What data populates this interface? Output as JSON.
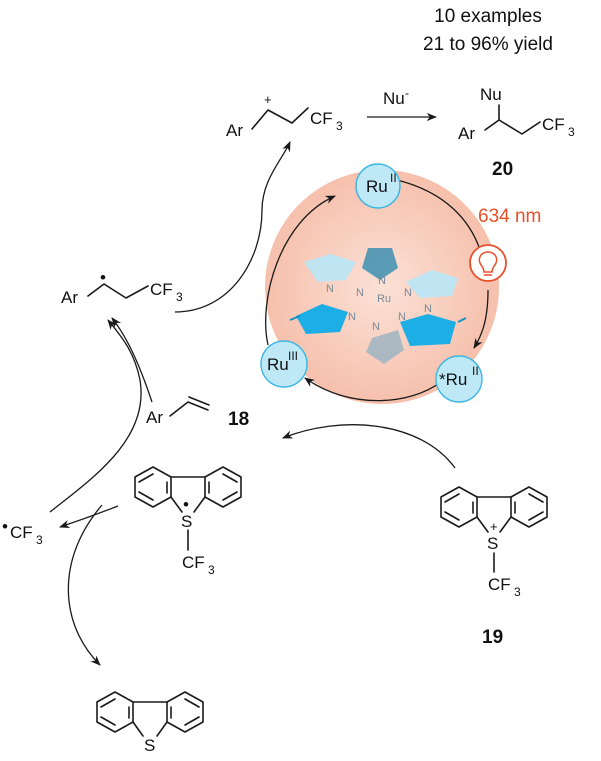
{
  "header": {
    "line1": "10 examples",
    "line2": "21 to 96% yield"
  },
  "light": {
    "label": "634 nm",
    "color": "#e8502a"
  },
  "catalyst": {
    "ru2": "Ru",
    "ru2_ox": "II",
    "excited_prefix": "*Ru",
    "excited_ox": "II",
    "ru3": "Ru",
    "ru3_ox": "III",
    "center_metal": "Ru",
    "ligand_n": "N",
    "badge_fill": "#bfe8f7",
    "badge_stroke": "#3ab6e3",
    "halo_color": "#f9c7b5"
  },
  "species": {
    "cation": {
      "ar": "Ar",
      "plus": "+",
      "cf3": "CF",
      "cf3_sub": "3"
    },
    "nucleophile": {
      "label": "Nu",
      "charge": "-"
    },
    "product": {
      "nu": "Nu",
      "ar": "Ar",
      "cf3": "CF",
      "cf3_sub": "3",
      "number": "20"
    },
    "radical": {
      "ar": "Ar",
      "dot": "•",
      "cf3": "CF",
      "cf3_sub": "3"
    },
    "alkene": {
      "ar": "Ar",
      "number": "18"
    },
    "cf3_radical": {
      "dot": "•",
      "cf3": "CF",
      "cf3_sub": "3"
    },
    "sulfonium_radical": {
      "s": "S",
      "dot": "•",
      "cf3": "CF",
      "cf3_sub": "3"
    },
    "reagent": {
      "s": "S",
      "plus": "+",
      "cf3": "CF",
      "cf3_sub": "3",
      "number": "19"
    },
    "dibenzothiophene": {
      "s": "S"
    }
  }
}
